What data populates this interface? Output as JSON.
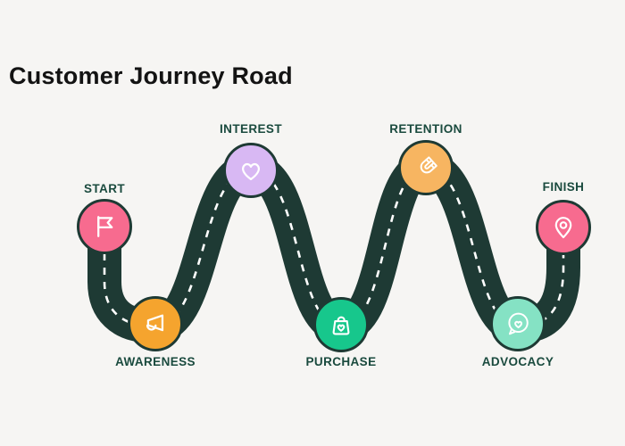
{
  "title": "Customer Journey Road",
  "colors": {
    "background": "#f6f5f3",
    "road": "#1e3a34",
    "dash_line": "#ffffff",
    "label_text": "#1a4a3e",
    "title_text": "#131313",
    "circle_border": "#1e3a34",
    "icon_stroke": "#ffffff"
  },
  "milestones": [
    {
      "label": "START",
      "icon": "flag-icon",
      "color": "#f76b8f",
      "label_position": "above"
    },
    {
      "label": "AWARENESS",
      "icon": "megaphone-icon",
      "color": "#f5a42e",
      "label_position": "below"
    },
    {
      "label": "INTEREST",
      "icon": "heart-icon",
      "color": "#d8b8f3",
      "label_position": "above"
    },
    {
      "label": "PURCHASE",
      "icon": "shopping-bag-heart-icon",
      "color": "#17c78c",
      "label_position": "below"
    },
    {
      "label": "RETENTION",
      "icon": "magnet-icon",
      "color": "#f7b561",
      "label_position": "above"
    },
    {
      "label": "ADVOCACY",
      "icon": "speech-bubble-heart-icon",
      "color": "#85e2c4",
      "label_position": "below"
    },
    {
      "label": "FINISH",
      "icon": "location-pin-icon",
      "color": "#f76b8f",
      "label_position": "above"
    }
  ]
}
